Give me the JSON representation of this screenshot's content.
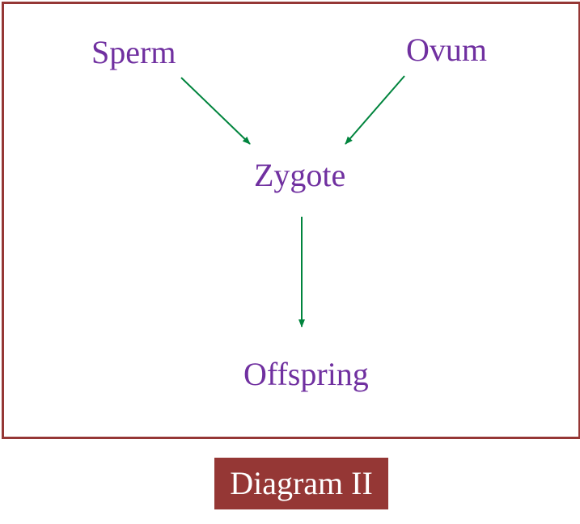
{
  "diagram": {
    "nodes": {
      "sperm": "Sperm",
      "ovum": "Ovum",
      "zygote": "Zygote",
      "offspring": "Offspring"
    },
    "edges": [
      {
        "from": "sperm",
        "to": "zygote"
      },
      {
        "from": "ovum",
        "to": "zygote"
      },
      {
        "from": "zygote",
        "to": "offspring"
      }
    ],
    "caption": "Diagram II"
  },
  "colors": {
    "frame": "#953735",
    "label": "#7030a0",
    "arrow": "#00843d",
    "caption_background": "#953735",
    "caption_text": "#ffffff"
  }
}
